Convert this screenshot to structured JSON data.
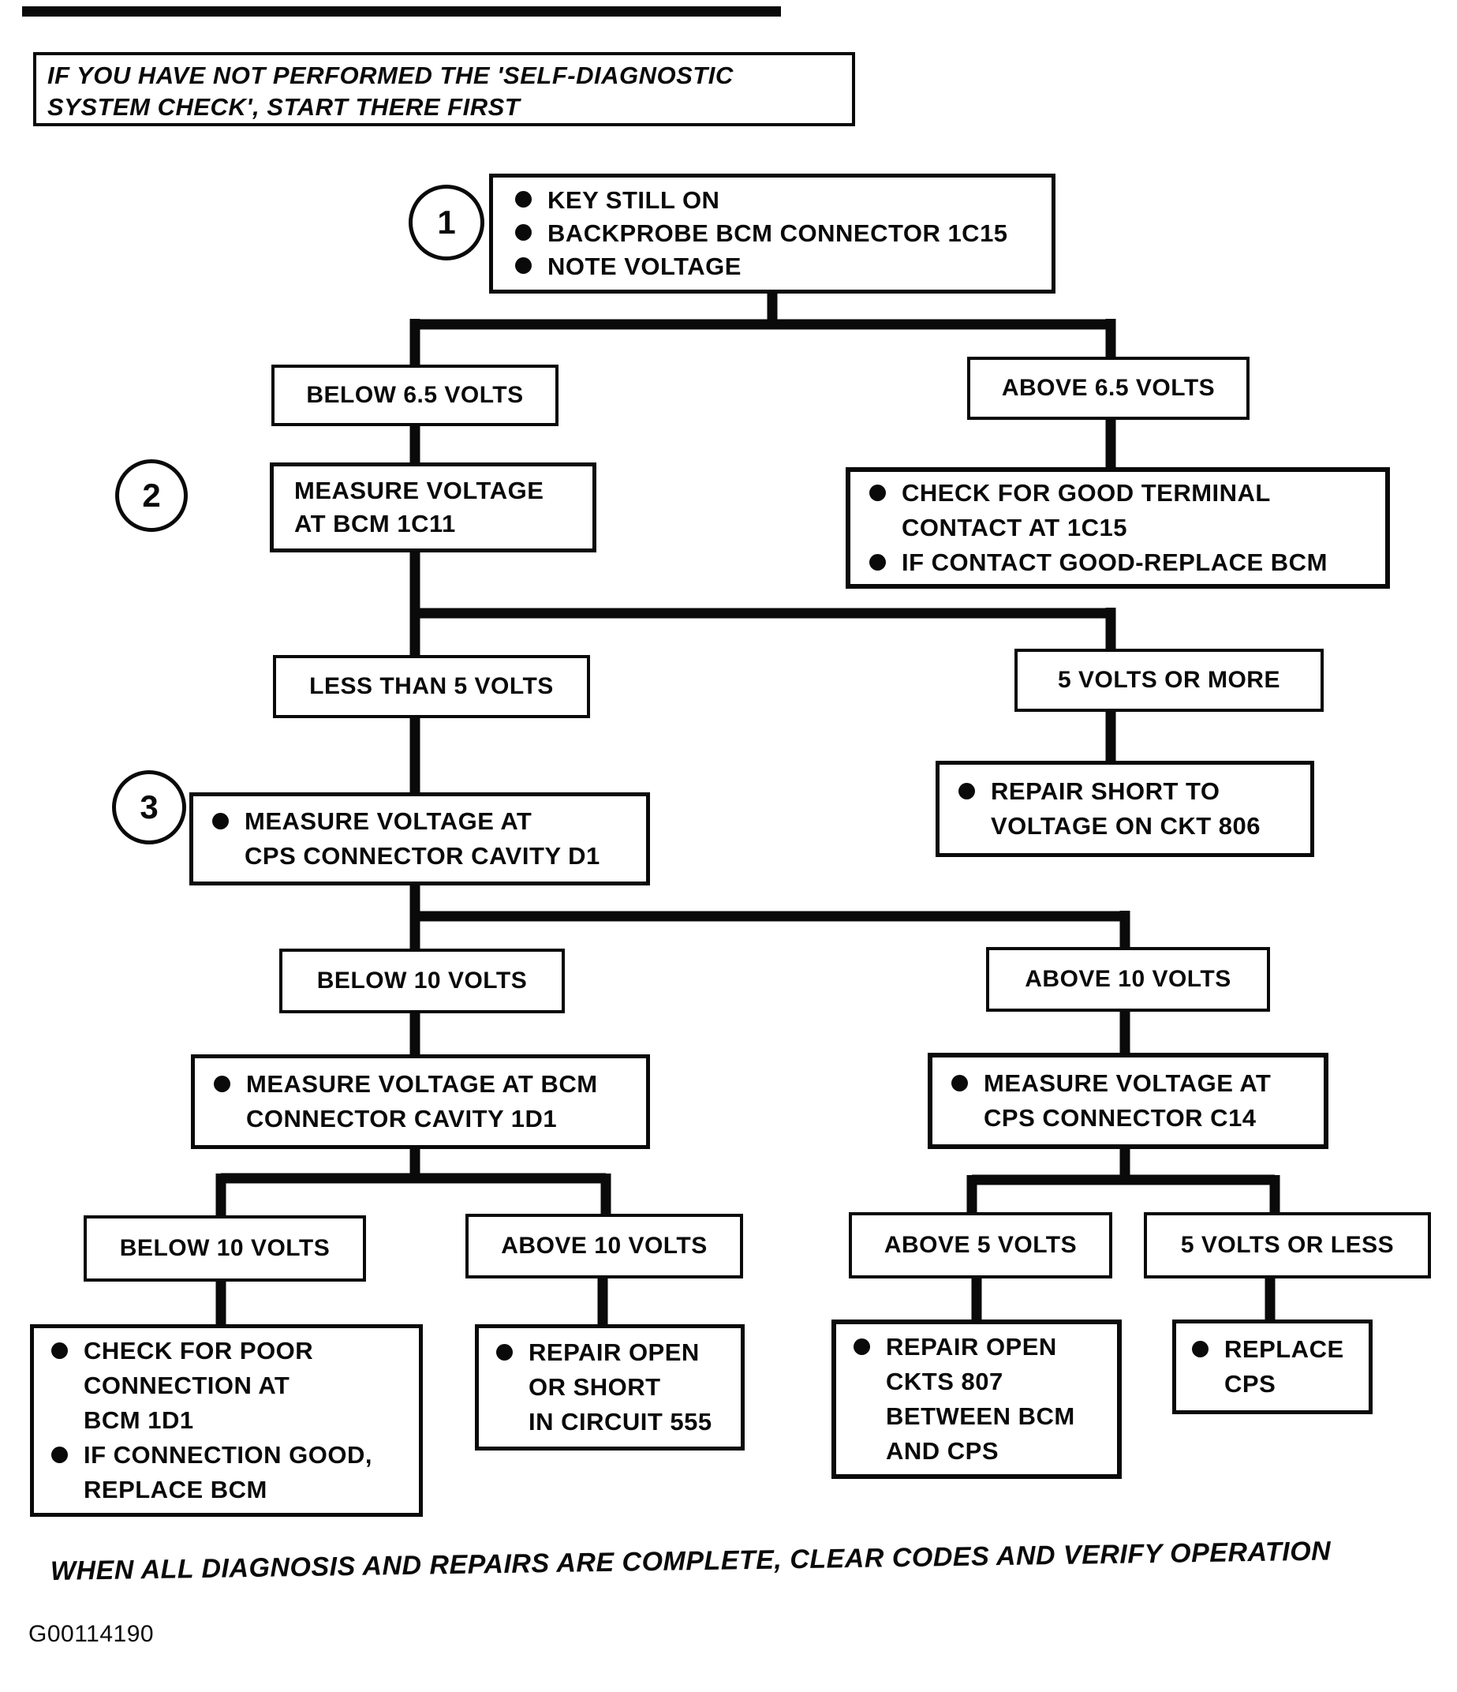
{
  "figure": {
    "notice": "IF YOU HAVE NOT PERFORMED THE 'SELF-DIAGNOSTIC\nSYSTEM CHECK', START THERE FIRST",
    "footer_note": "WHEN ALL DIAGNOSIS AND REPAIRS ARE COMPLETE, CLEAR CODES AND VERIFY OPERATION",
    "figure_id": "G00114190",
    "colors": {
      "ink": "#0a0a0a",
      "paper": "#ffffff"
    }
  },
  "steps": {
    "s1": "1",
    "s2": "2",
    "s3": "3"
  },
  "nodes": {
    "step1": {
      "bullets": [
        "KEY STILL ON",
        "BACKPROBE BCM CONNECTOR 1C15",
        "NOTE VOLTAGE"
      ]
    },
    "below_65": {
      "label": "BELOW 6.5 VOLTS"
    },
    "above_65": {
      "label": "ABOVE 6.5 VOLTS"
    },
    "measure_1c11": {
      "label": "MEASURE VOLTAGE\nAT BCM 1C11"
    },
    "check_contact": {
      "bullets": [
        "CHECK FOR GOOD TERMINAL\nCONTACT AT 1C15",
        "IF CONTACT GOOD-REPLACE BCM"
      ]
    },
    "less_than_5": {
      "label": "LESS THAN 5 VOLTS"
    },
    "five_or_more": {
      "label": "5 VOLTS OR MORE"
    },
    "measure_cps_d1": {
      "bullets": [
        "MEASURE VOLTAGE AT\nCPS CONNECTOR CAVITY D1"
      ]
    },
    "repair_short_806": {
      "bullets": [
        "REPAIR SHORT TO\nVOLTAGE ON CKT 806"
      ]
    },
    "below_10_a": {
      "label": "BELOW 10 VOLTS"
    },
    "above_10_a": {
      "label": "ABOVE 10 VOLTS"
    },
    "measure_bcm_1d1": {
      "bullets": [
        "MEASURE VOLTAGE AT BCM\nCONNECTOR CAVITY 1D1"
      ]
    },
    "measure_cps_c14": {
      "bullets": [
        "MEASURE VOLTAGE AT\nCPS CONNECTOR C14"
      ]
    },
    "below_10_b": {
      "label": "BELOW 10 VOLTS"
    },
    "above_10_b": {
      "label": "ABOVE 10 VOLTS"
    },
    "above_5": {
      "label": "ABOVE 5 VOLTS"
    },
    "five_or_less": {
      "label": "5 VOLTS OR LESS"
    },
    "check_poor_connection": {
      "bullets": [
        "CHECK FOR POOR\nCONNECTION AT\nBCM 1D1",
        "IF CONNECTION GOOD,\nREPLACE BCM"
      ]
    },
    "repair_circuit_555": {
      "bullets": [
        "REPAIR OPEN\nOR SHORT\nIN CIRCUIT 555"
      ]
    },
    "repair_ckts_807": {
      "bullets": [
        "REPAIR OPEN\nCKTS 807\nBETWEEN BCM\nAND CPS"
      ]
    },
    "replace_cps": {
      "bullets": [
        "REPLACE\nCPS"
      ]
    }
  }
}
